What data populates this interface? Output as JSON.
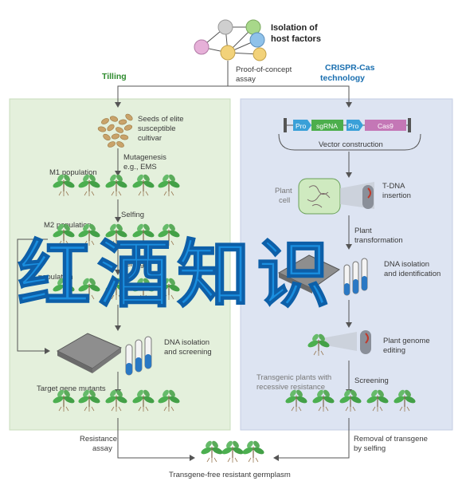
{
  "header": {
    "isolation_line1": "Isolation of",
    "isolation_line2": "host factors",
    "proof_line1": "Proof-of-concept",
    "proof_line2": "assay"
  },
  "left_panel": {
    "title": "Tilling",
    "seeds_line1": "Seeds of elite",
    "seeds_line2": "susceptible",
    "seeds_line3": "cultivar",
    "mutagenesis_line1": "Mutagenesis",
    "mutagenesis_line2": "e.g., EMS",
    "m1": "M1 population",
    "selfing1": "Selfing",
    "m2": "M2 population",
    "selfing2": "Selfing",
    "m3": "M3 population",
    "dna_line1": "DNA isolation",
    "dna_line2": "and screening",
    "target": "Target gene mutants",
    "resistance_line1": "Resistance",
    "resistance_line2": "assay"
  },
  "right_panel": {
    "title_line1": "CRISPR-Cas",
    "title_line2": "technology",
    "construct_pro1": "Pro",
    "construct_sgrna": "sgRNA",
    "construct_pro2": "Pro",
    "construct_cas9": "Cas9",
    "vector": "Vector construction",
    "plant_cell_line1": "Plant",
    "plant_cell_line2": "cell",
    "tdna_line1": "T-DNA",
    "tdna_line2": "insertion",
    "transform_line1": "Plant",
    "transform_line2": "transformation",
    "dna_line1": "DNA isolation",
    "dna_line2": "and identification",
    "genome_line1": "Plant genome",
    "genome_line2": "editing",
    "transgenic_line1": "Transgenic plants with",
    "transgenic_line2": "recessive resistance",
    "screening": "Screening",
    "removal_line1": "Removal of transgene",
    "removal_line2": "by selfing"
  },
  "footer": {
    "germplasm": "Transgene-free resistant germplasm"
  },
  "overlay": {
    "text": "红酒知识"
  },
  "colors": {
    "left_bg": "#e4f0dc",
    "right_bg": "#dde4f2",
    "tilling_green": "#2e8b2e",
    "crispr_blue": "#1a6fb0",
    "overlay_blue": "#1a8fe0"
  }
}
